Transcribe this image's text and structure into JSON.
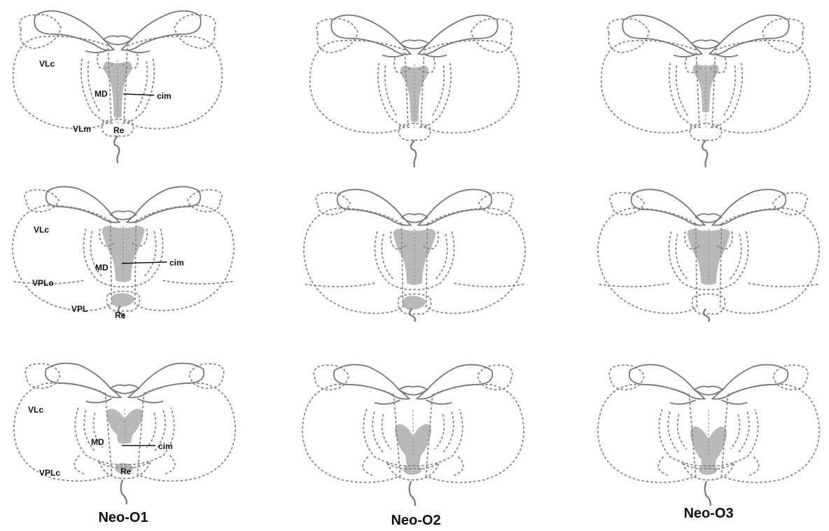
{
  "columns": [
    {
      "label": "Neo-O1"
    },
    {
      "label": "Neo-O2"
    },
    {
      "label": "Neo-O3"
    }
  ],
  "rows": [
    {
      "labels": {
        "upperLeft": "VLc",
        "lowerLeft": "VLm",
        "centre": "MD",
        "midline": "cim",
        "ventral": "Re"
      }
    },
    {
      "labels": {
        "upperLeft": "VLc",
        "middleLeft": "VPLo",
        "lowerLeft": "VPL",
        "centre": "MD",
        "midline": "cim",
        "ventral": "Re"
      }
    },
    {
      "labels": {
        "upperLeft": "VLc",
        "lowerLeft": "VPLc",
        "centre": "MD",
        "midline": "cim",
        "ventral": "Re"
      }
    }
  ],
  "shading": [
    [
      "MD-cim",
      "MD-cim",
      "MD-cim"
    ],
    [
      "MD-cim, Re",
      "MD-cim, Re",
      "MD-cim"
    ],
    [
      "MD-cim, Re",
      "MD-cim, Re",
      "MD-cim, Re"
    ]
  ]
}
